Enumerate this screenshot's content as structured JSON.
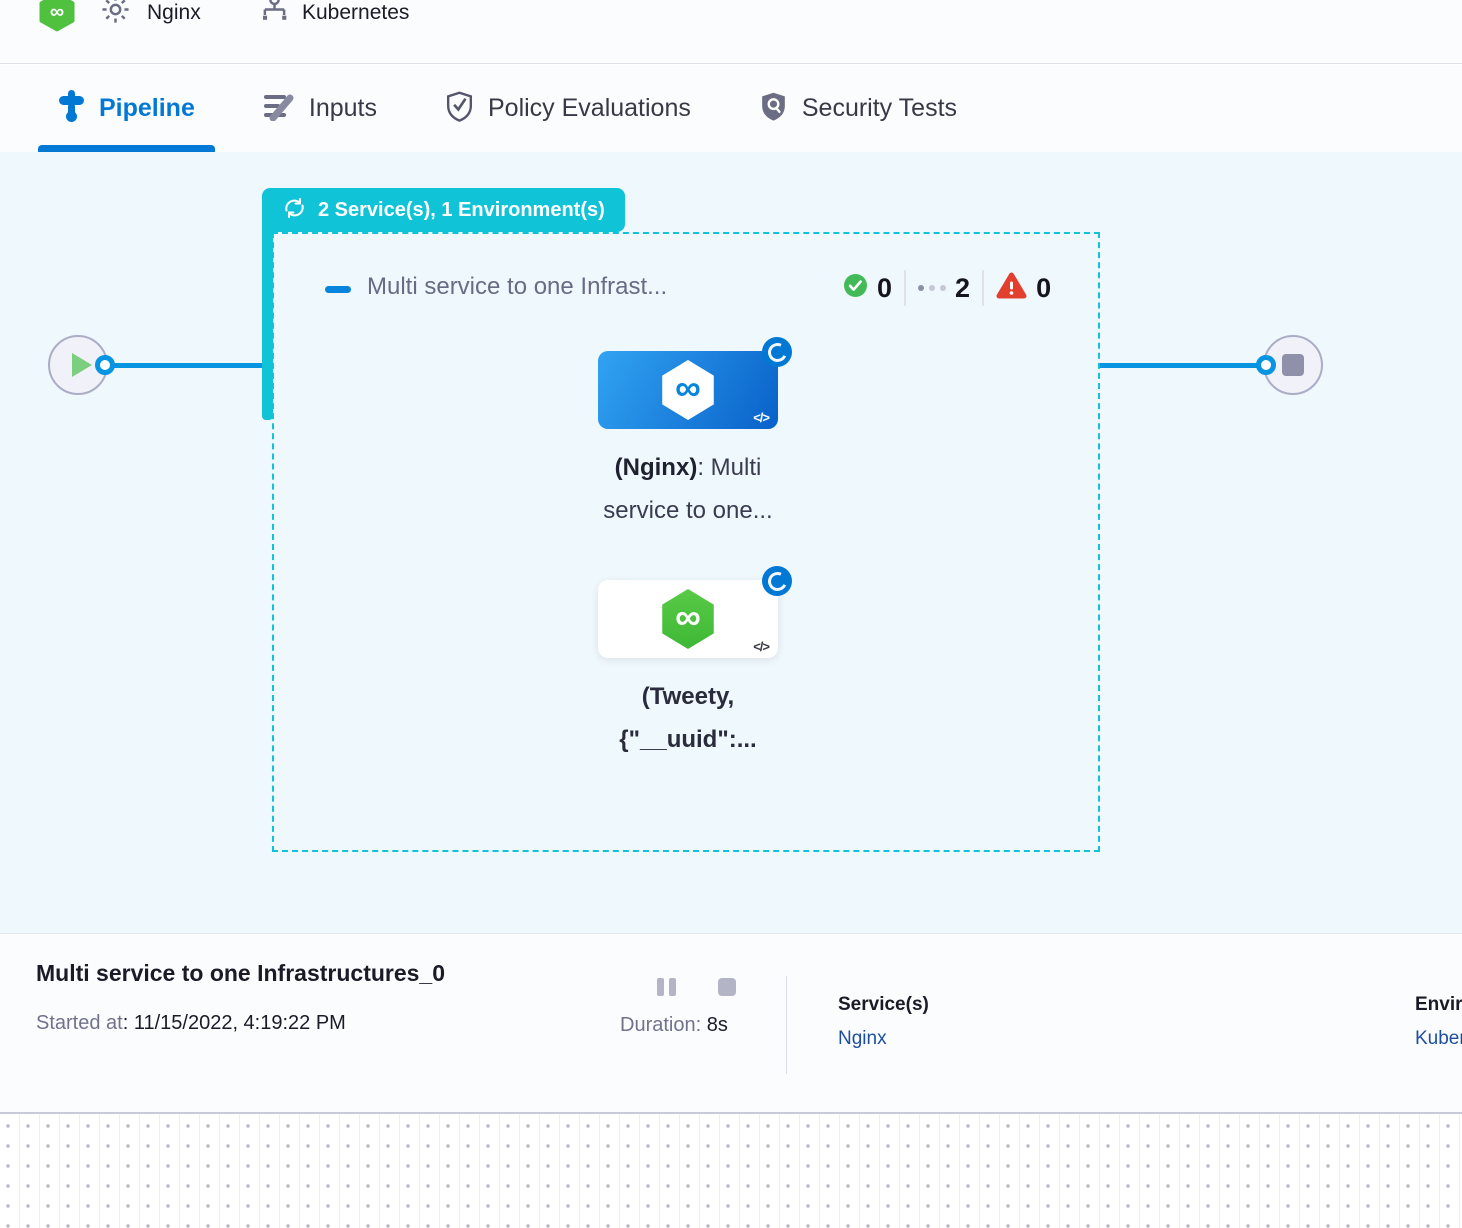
{
  "topbar": {
    "pipeline_name": "Nginx",
    "env_name": "Kubernetes"
  },
  "tabs": [
    {
      "label": "Pipeline",
      "active": true
    },
    {
      "label": "Inputs",
      "active": false
    },
    {
      "label": "Policy Evaluations",
      "active": false
    },
    {
      "label": "Security Tests",
      "active": false
    }
  ],
  "canvas": {
    "badge_label": "2 Service(s), 1 Environment(s)",
    "stage_title": "Multi service to one Infrast...",
    "counts": {
      "success": "0",
      "running": "2",
      "failed": "0"
    },
    "node1": {
      "bold": "(Nginx)",
      "rest": ": Multi",
      "line2": "service to one...",
      "code": "</>"
    },
    "node2": {
      "line1": "(Tweety,",
      "line2": "{\"__uuid\":...",
      "code": "</>"
    },
    "infinity_glyph": "∞"
  },
  "footer": {
    "title": "Multi service to one Infrastructures_0",
    "started_label": "Started at",
    "started_value": ": 11/15/2022, 4:19:22 PM",
    "duration_label": "Duration:",
    "duration_value": " 8s",
    "services_label": "Service(s)",
    "services_value": "Nginx",
    "environments_label": "Environment(s)",
    "environments_value": "Kubernetes"
  },
  "colors": {
    "teal": "#10C3D6",
    "blue": "#0278D5",
    "edge_blue": "#0794E1",
    "success_green": "#42BA57",
    "fail_red": "#E23F2F",
    "link_navy": "#1D4E9E",
    "canvas_bg": "#EFF8FC"
  }
}
